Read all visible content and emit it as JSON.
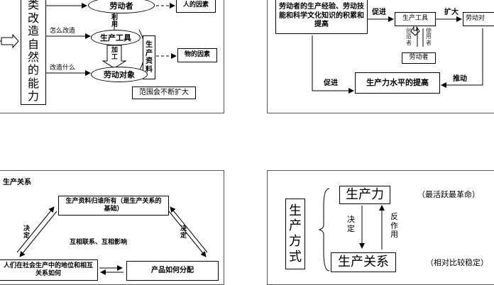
{
  "panel_tl": {
    "ability_chars": [
      "类",
      "改",
      "造",
      "自",
      "然",
      "的",
      "能",
      "力"
    ],
    "labor_person": "劳动者",
    "human_factor": "人的因素",
    "how_label": "怎么改造",
    "tools": "生产工具",
    "use_chars": [
      "利",
      "用"
    ],
    "process_chars": [
      "加",
      "工"
    ],
    "means_chars": [
      "生",
      "产",
      "资",
      "料"
    ],
    "material_factor": "物的因素",
    "what_label": "改造什么",
    "labor_object": "劳动对象",
    "expanding": "范围会不断扩大"
  },
  "panel_tr": {
    "experience": "劳动者的生产经验、劳动技能和科学文化知识的积累和提高",
    "promote_top": "促进",
    "tools": "生产工具",
    "expand": "扩大",
    "labor_object_partial": "劳动对",
    "create_chars": [
      "创",
      "造",
      "者"
    ],
    "user_chars": [
      "使",
      "用",
      "者"
    ],
    "worker": "劳动者",
    "promote_bottom": "促进",
    "level": "生产力水平的提高",
    "drive": "推动"
  },
  "panel_bl": {
    "title": "生产关系",
    "ownership": "生产资料归谁所有（是生产关系的基础）",
    "decide_left": [
      "决",
      "定"
    ],
    "decide_right": [
      "决",
      "定"
    ],
    "mutual": "互相联系、互相影响",
    "status": "人们在社会生产中的地位和相互关系如何",
    "distribution": "产品如何分配"
  },
  "panel_br": {
    "mode_chars": [
      "生",
      "产",
      "方",
      "式"
    ],
    "forces": "生产力",
    "forces_note": "（最活跃最革命）",
    "decide_chars": [
      "决",
      "定"
    ],
    "react_chars": [
      "反",
      "作",
      "用"
    ],
    "relations": "生产关系",
    "relations_note": "（相对比较稳定）"
  }
}
